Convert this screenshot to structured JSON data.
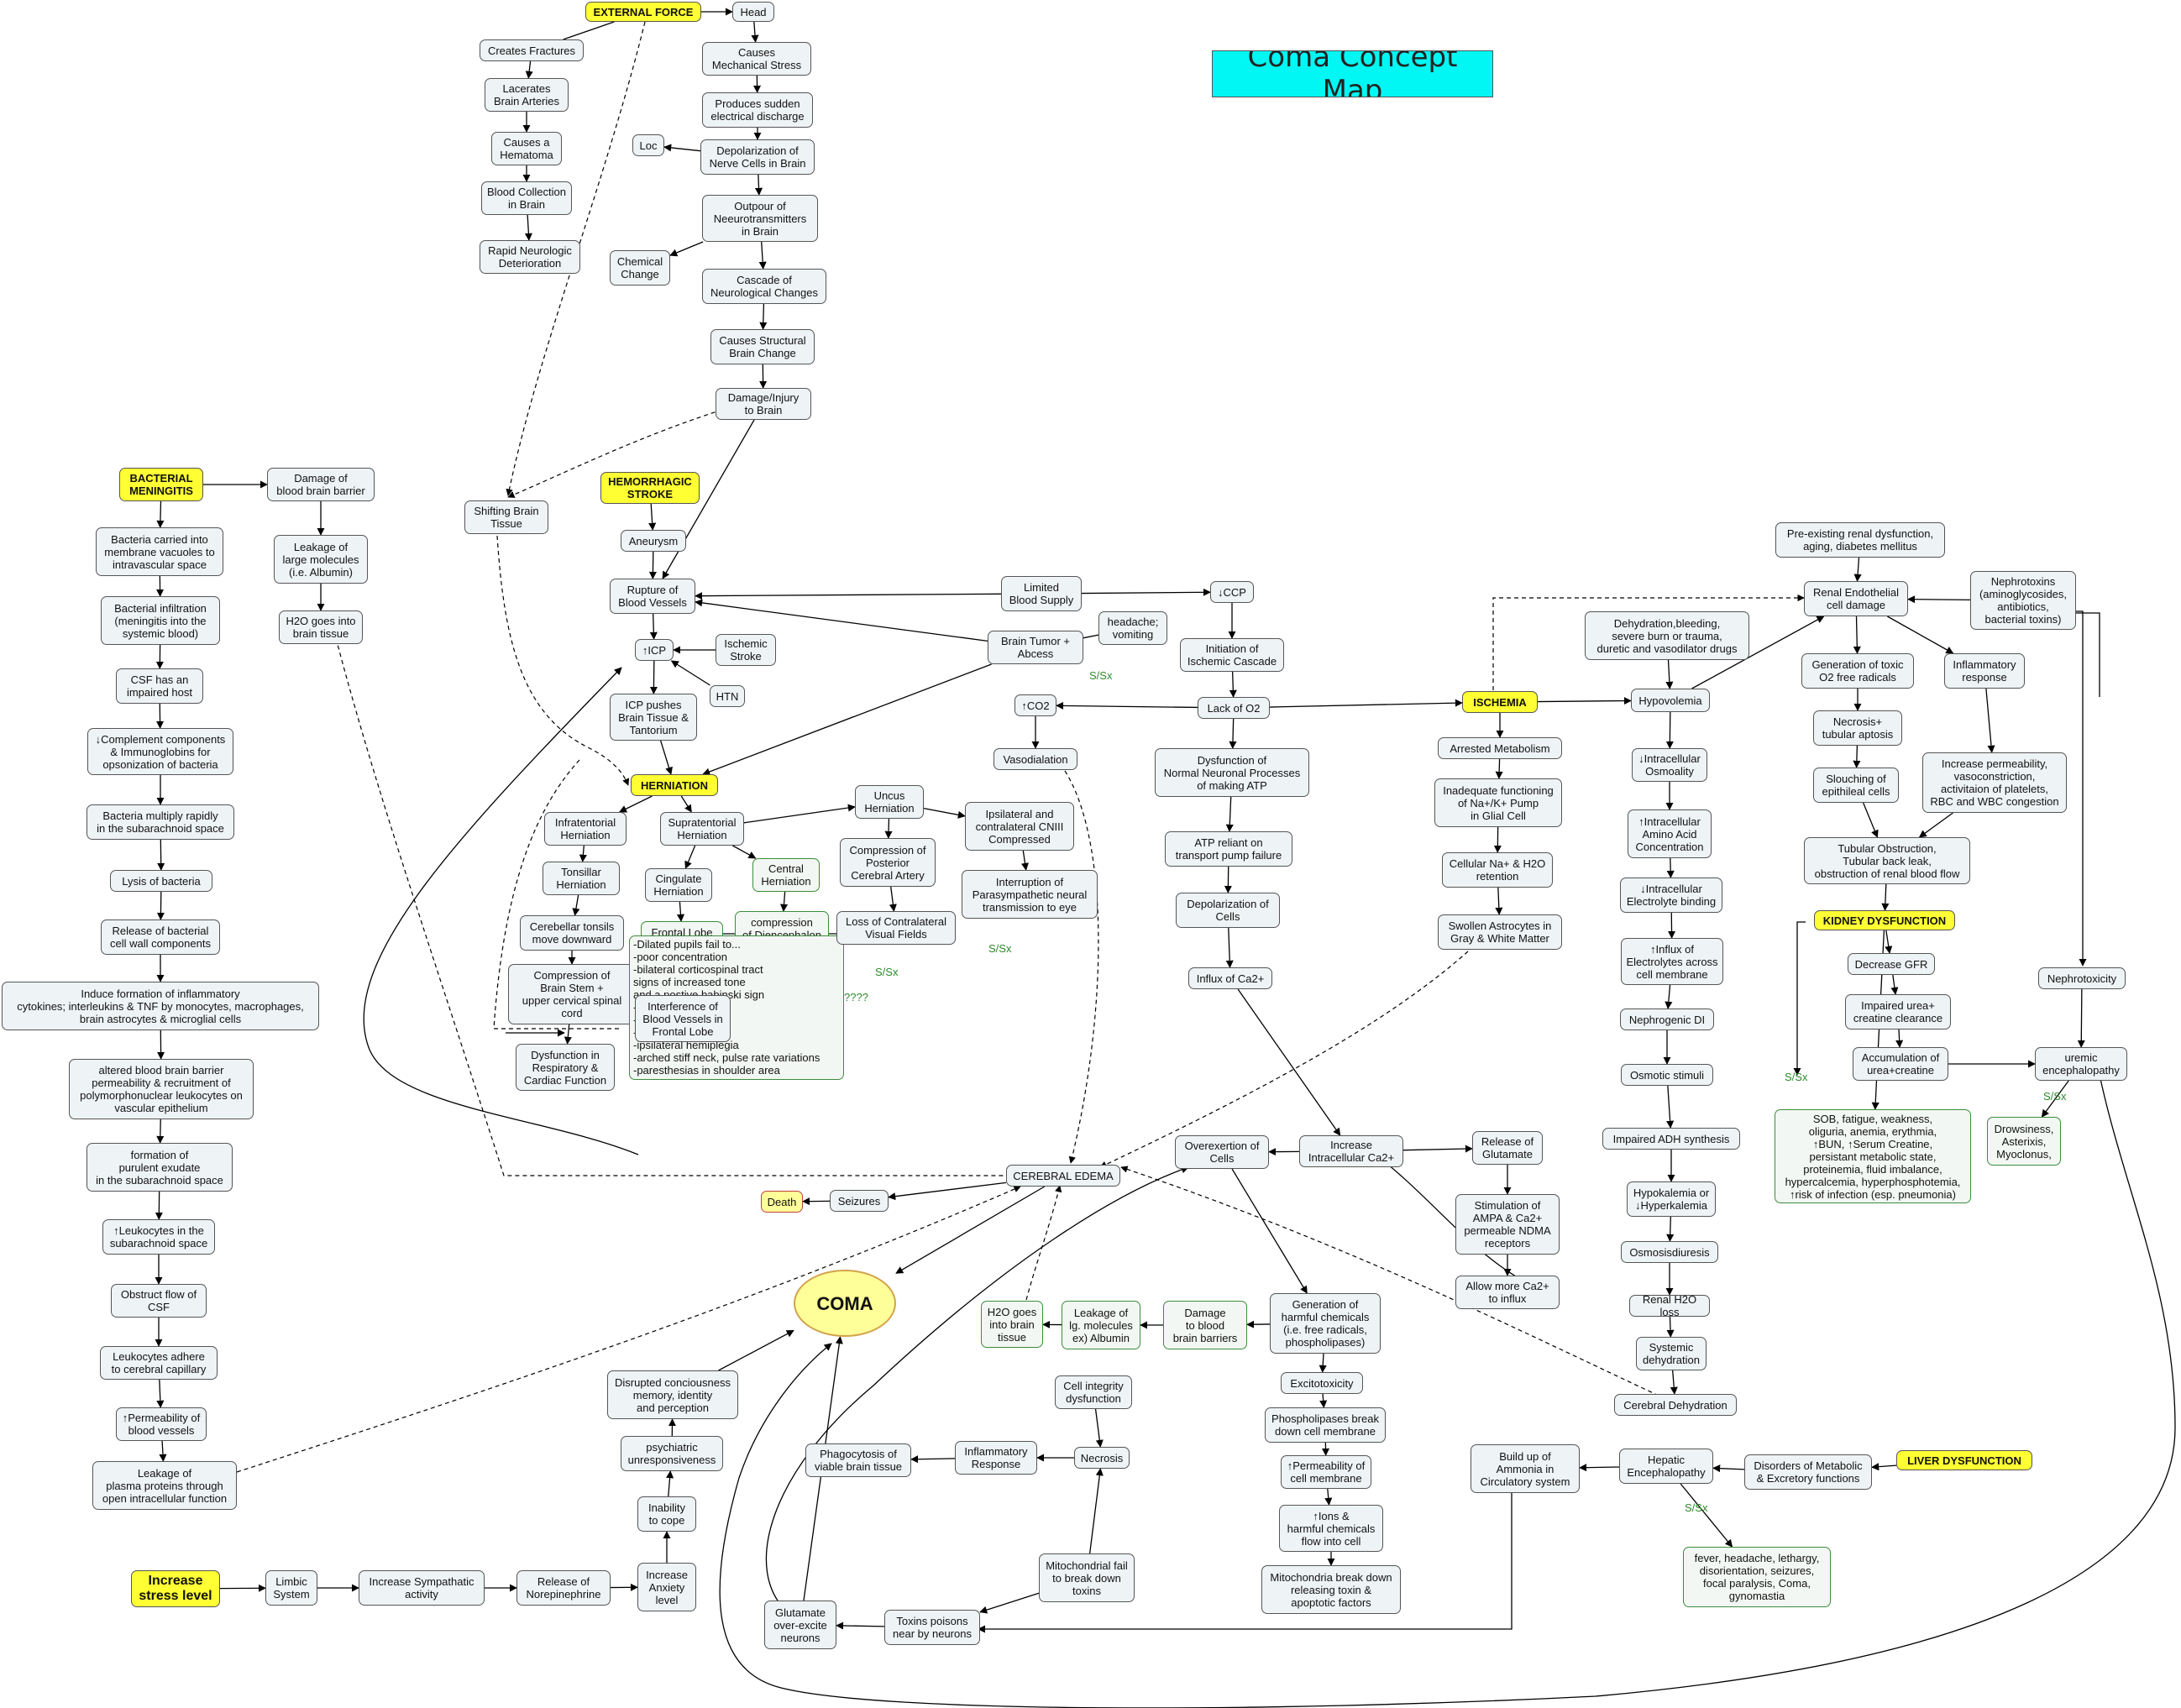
{
  "title": "Coma Concept Map",
  "center": "COMA",
  "colors": {
    "title_bg": "#00f7f3",
    "key_node": "#ffff33",
    "sx_label": "#2c8a2c",
    "node_bg": "#eef3f5"
  },
  "nodes": {
    "external_force": "EXTERNAL FORCE",
    "head": "Head",
    "causes_mech_stress": "Causes\nMechanical Stress",
    "sudden_discharge": "Produces sudden\nelectrical discharge",
    "loc": "Loc",
    "depolarization_nerve": "Depolarization of\nNerve Cells in Brain",
    "outpour_nt": "Outpour of\nNeeurotransmitters\nin Brain",
    "chemical_change": "Chemical\nChange",
    "cascade_neuro": "Cascade of\nNeurological Changes",
    "structural_change": "Causes Structural\nBrain Change",
    "damage_injury": "Damage/Injury\nto Brain",
    "creates_fractures": "Creates Fractures",
    "lacerates": "Lacerates\nBrain Arteries",
    "hematoma": "Causes a\nHematoma",
    "blood_collection": "Blood Collection\nin Brain",
    "rapid_deterioration": "Rapid Neurologic\nDeterioration",
    "bacterial_meningitis": "BACTERIAL\nMENINGITIS",
    "damage_bbb": "Damage of\nblood brain barrier",
    "leakage_large": "Leakage of\nlarge molecules\n(i.e. Albumin)",
    "h2o_brain_tissue": "H2O goes into\nbrain tissue",
    "bacteria_carried": "Bacteria carried into\nmembrane vacuoles to\nintravascular space",
    "bacterial_infiltration": "Bacterial infiltration\n(meningitis into the\nsystemic blood)",
    "csf_impaired": "CSF has an\nimpaired host",
    "complement": "↓Complement components\n& Immunoglobins for\nopsonization of bacteria",
    "bacteria_multiply": "Bacteria multiply rapidly\nin the subarachnoid space",
    "lysis": "Lysis of bacteria",
    "release_cell_wall": "Release of bacterial\ncell wall components",
    "induce_inflammatory": "Induce formation of inflammatory\ncytokines; interleukins & TNF by monocytes, macrophages,\nbrain astrocytes & microglial cells",
    "altered_bbb": "altered blood brain barrier\npermeability & recruitment of\npolymorphonuclear leukocytes on\nvascular epithelium",
    "purulent_exudate": "formation of\npurulent exudate\nin the subarachnoid space",
    "leukocytes_sub": "↑Leukocytes in the\nsubarachnoid space",
    "obstruct_csf": "Obstruct flow of\nCSF",
    "leukocytes_adhere": "Leukocytes adhere\nto cerebral capillary",
    "permeability_vessels": "↑Permeability of\nblood vessels",
    "leakage_plasma": "Leakage of\nplasma proteins through\nopen intracellular function",
    "hemorrhagic_stroke": "HEMORRHAGIC\nSTROKE",
    "shifting_tissue": "Shifting Brain\nTissue",
    "aneurysm": "Aneurysm",
    "rupture_vessels": "Rupture of\nBlood Vessels",
    "icp": "↑ICP",
    "ischemic_stroke": "Ischemic\nStroke",
    "htn": "HTN",
    "icp_pushes": "ICP pushes\nBrain Tissue &\nTantorium",
    "herniation": "HERNIATION",
    "infratentorial": "Infratentorial\nHerniation",
    "tonsillar": "Tonsillar\nHerniation",
    "cerebellar_tonsils": "Cerebellar tonsils\nmove downward",
    "compression_stem": "Compression of\nBrain Stem +\nupper cervical spinal\ncord",
    "dysfunction_resp": "Dysfunction in\nRespiratory &\nCardiac Function",
    "supratentorial": "Supratentorial\nHerniation",
    "cingulate": "Cingulate\nHerniation",
    "frontal_lobe": "Frontal Lobe",
    "central_herniation": "Central\nHerniation",
    "compression_dienc": "compression\nof Diencephalon\n+ midbrain",
    "interference_vessels": "Interference of\nBlood Vessels in\nFrontal Lobe",
    "sx_box": "-Dilated pupils fail to...\n-poor concentration\n-bilateral corticospinal tract\nsigns of increased tone\nand a postive babinski sign\n-drowsiness\n-respirations\n-balance\n-ipsilateral hemiplegia\n-arched stiff neck, pulse rate variations\n-paresthesias in shoulder area",
    "uncus": "Uncus\nHerniation",
    "compression_pca": "Compression of Posterior\nCerebral Artery",
    "loss_visual": "Loss of Contralateral\nVisual Fields",
    "ipsilateral_cn3": "Ipsilateral and\ncontralateral CNIII\nCompressed",
    "interruption_para": "Interruption of\nParasympathetic neural\ntransmission to eye",
    "limited_blood": "Limited\nBlood Supply",
    "brain_tumor": "Brain Tumor +\nAbcess",
    "headache": "headache;\nvomiting",
    "dccp": "↓CCP",
    "ischemic_cascade": "Initiation of\nIschemic Cascade",
    "co2": "↑CO2",
    "lack_o2": "Lack of O2",
    "vasodialation": "Vasodialation",
    "dysfunction_atp": "Dysfunction of\nNormal Neuronal Processes\nof making ATP",
    "atp_reliant": "ATP reliant on\ntransport pump failure",
    "depolarization_cells": "Depolarization of\nCells",
    "influx_ca": "Influx of Ca2+",
    "ischemia": "ISCHEMIA",
    "arrested_metabolism": "Arrested Metabolism",
    "inadequate_pump": "Inadequate functioning\nof Na+/K+ Pump\nin Glial Cell",
    "cellular_na": "Cellular Na+ & H2O\nretention",
    "swollen_astro": "Swollen Astrocytes in\nGray & White Matter",
    "increase_intra_ca": "Increase\nIntracellular Ca2+",
    "overexertion": "Overexertion of\nCells",
    "release_glutamate": "Release of\nGlutamate",
    "stimulation_ampa": "Stimulation of\nAMPA & Ca2+\npermeable NDMA\nreceptors",
    "allow_ca": "Allow more Ca2+\nto influx",
    "cerebral_edema": "CEREBRAL EDEMA",
    "seizures": "Seizures",
    "death": "Death",
    "coma": "COMA",
    "generation_chem": "Generation of\nharmful chemicals\n(i.e. free radicals,\nphospholipases)",
    "damage_bbb2": "Damage\nto blood\nbrain barriers",
    "leakage_lg": "Leakage of\nlg. molecules\nex) Albumin",
    "h2o_brain2": "H2O goes\ninto brain\ntissue",
    "excitotoxicity": "Excitotoxicity",
    "phospholipases": "Phospholipases break\ndown cell membrane",
    "permeability_membrane": "↑Permeability of\ncell membrane",
    "ions_flow": "↑Ions &\nharmful chemicals\nflow into cell",
    "mito_breakdown": "Mitochondria break down\nreleasing toxin &\napoptotic factors",
    "cell_integrity": "Cell integrity\ndysfunction",
    "necrosis": "Necrosis",
    "inflammatory_resp": "Inflammatory\nResponse",
    "phagocytosis": "Phagocytosis of\nviable brain tissue",
    "mito_fail": "Mitochondrial fail\nto break down\ntoxins",
    "toxins_poison": "Toxins poisons\nnear by neurons",
    "glutamate_excite": "Glutamate\nover-excite\nneurons",
    "disrupted": "Disrupted conciousness\nmemory, identity\nand perception",
    "psychiatric": "psychiatric\nunresponsiveness",
    "inability": "Inability\nto cope",
    "increase_anxiety": "Increase\nAnxiety\nlevel",
    "increase_stress": "Increase\nstress level",
    "limbic": "Limbic\nSystem",
    "sympathetic": "Increase Sympathatic\nactivity",
    "norepinephrine": "Release of\nNorepinephrine",
    "dehydration_bleeding": "Dehydration,bleeding,\nsevere burn or trauma,\nduretic and vasodilator drugs",
    "hypovolemia": "Hypovolemia",
    "intra_osmo": "↓Intracellular\nOsmoality",
    "intra_amino": "↑Intracellular\nAmino Acid\nConcentration",
    "intra_electrolyte": "↓Intracellular\nElectrolyte binding",
    "influx_electrolytes": "↑Influx of\nElectrolytes across\ncell membrane",
    "nephrogenic": "Nephrogenic DI",
    "osmotic": "Osmotic stimuli",
    "impaired_adh": "Impaired ADH synthesis",
    "hypokalemia": "Hypokalemia or\n↓Hyperkalemia",
    "osmosisdiuresis": "Osmosisdiuresis",
    "renal_h2o": "Renal H2O loss",
    "systemic_dehyd": "Systemic\ndehydration",
    "cerebral_dehyd": "Cerebral Dehydration",
    "preexisting": "Pre-existing renal dysfunction,\naging, diabetes mellitus",
    "renal_endothelial": "Renal Endothelial\ncell damage",
    "nephrotoxins": "Nephrotoxins\n(aminoglycosides,\nantibiotics,\nbacterial toxins)",
    "toxic_o2": "Generation of toxic\nO2 free radicals",
    "inflammatory_response2": "Inflammatory\nresponse",
    "necrosis_tubular": "Necrosis+\ntubular aptosis",
    "slouching": "Slouching of\nepithileal cells",
    "increase_perm": "Increase permeability,\nvasoconstriction,\nactivitaion of platelets,\nRBC and WBC congestion",
    "tubular_obstruction": "Tubular Obstruction,\nTubular back leak,\nobstruction of renal blood flow",
    "kidney_dysfunction": "KIDNEY DYSFUNCTION",
    "decrease_gfr": "Decrease GFR",
    "impaired_urea": "Impaired urea+\ncreatine clearance",
    "accumulation_urea": "Accumulation of\nurea+creatine",
    "nephrotoxicity": "Nephrotoxicity",
    "uremic": "uremic\nencephalopathy",
    "drowsiness": "Drowsiness,\nAsterixis,\nMyoclonus,",
    "sob": "SOB, fatigue, weakness,\noliguria, anemia, erythmia,\n↑BUN, ↑Serum Creatine,\npersistant metabolic state,\nproteinemia, fluid imbalance,\nhypercalcemia, hyperphosphotemia,\n↑risk of infection (esp. pneumonia)",
    "liver_dysfunction": "LIVER DYSFUNCTION",
    "disorders_metabolic": "Disorders of Metabolic\n& Excretory functions",
    "hepatic": "Hepatic\nEncephalopathy",
    "ammonia": "Build up of\nAmmonia in\nCirculatory system",
    "fever": "fever, headache, lethargy,\ndisorientation, seizures,\nfocal paralysis, Coma,\ngynomastia"
  },
  "labels": {
    "sx1": "S/Sx",
    "sx2": "S/Sx",
    "sx3": "S/Sx",
    "sx4": "S/Sx",
    "sx5": "S/Sx",
    "sx6": "S/Sx",
    "sx7": "S/Sx",
    "q": "????"
  }
}
